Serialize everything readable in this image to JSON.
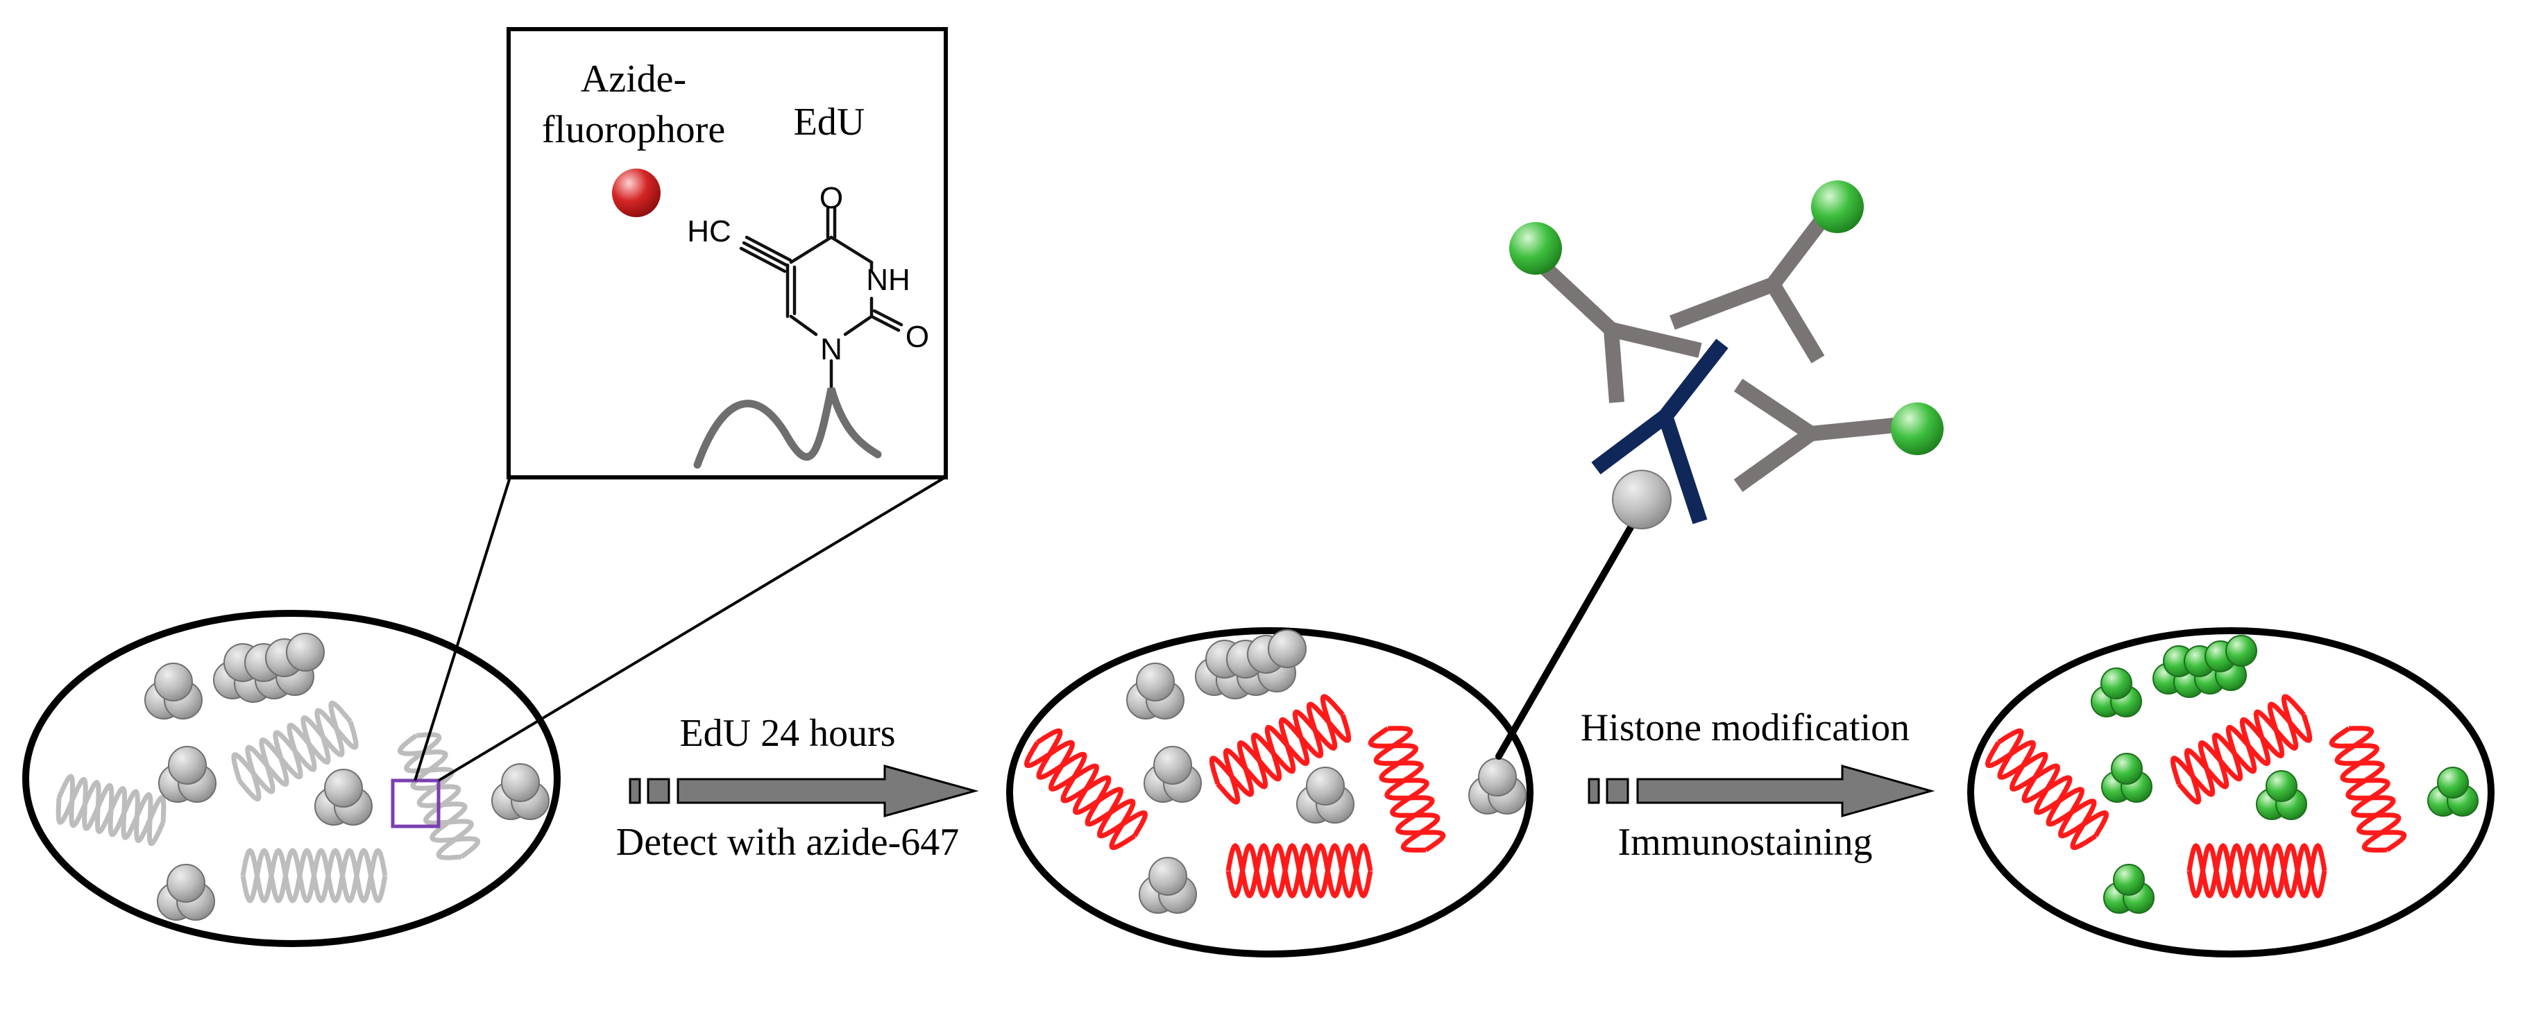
{
  "diagram": {
    "inset": {
      "azide_label_line1": "Azide-",
      "azide_label_line2": "fluorophore",
      "edu_label": "EdU",
      "atom_hc": "HC",
      "atom_o_top": "O",
      "atom_nh": "NH",
      "atom_o_right": "O",
      "atom_n": "N"
    },
    "step1": {
      "label_top": "EdU 24 hours",
      "label_bottom": "Detect with azide-647"
    },
    "step2": {
      "label_top": "Histone modification",
      "label_bottom": "Immunostaining"
    },
    "colors": {
      "unlabeled_dna": "#bdbdbd",
      "labeled_dna": "#ff1a1a",
      "histone": "#a9a9a9",
      "stained_histone": "#2ea82e",
      "primary_antibody": "#10275a",
      "secondary_antibody": "#7a7575",
      "azide_fluorophore": "#c41a1a",
      "arrow": "#7a7a7a"
    }
  }
}
